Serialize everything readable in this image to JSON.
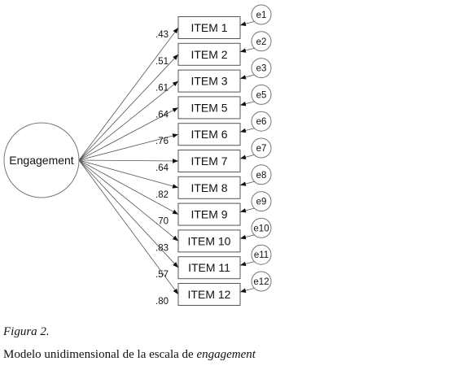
{
  "factor": {
    "label": "Engagement"
  },
  "items": [
    {
      "label": "ITEM 1",
      "error": "e1",
      "loading": ".43"
    },
    {
      "label": "ITEM 2",
      "error": "e2",
      "loading": ".51"
    },
    {
      "label": "ITEM 3",
      "error": "e3",
      "loading": ".61"
    },
    {
      "label": "ITEM 5",
      "error": "e5",
      "loading": ".64"
    },
    {
      "label": "ITEM 6",
      "error": "e6",
      "loading": ".76"
    },
    {
      "label": "ITEM 7",
      "error": "e7",
      "loading": ".64"
    },
    {
      "label": "ITEM 8",
      "error": "e8",
      "loading": ".82"
    },
    {
      "label": "ITEM 9",
      "error": "e9",
      "loading": ".70"
    },
    {
      "label": "ITEM 10",
      "error": "e10",
      "loading": ".83"
    },
    {
      "label": "ITEM 11",
      "error": "e11",
      "loading": ".57"
    },
    {
      "label": "ITEM 12",
      "error": "e12",
      "loading": ".80"
    }
  ],
  "caption": {
    "figure": "Figura 2.",
    "text_prefix": "Modelo unidimensional de la escala de ",
    "text_emphasis": "engagement"
  }
}
